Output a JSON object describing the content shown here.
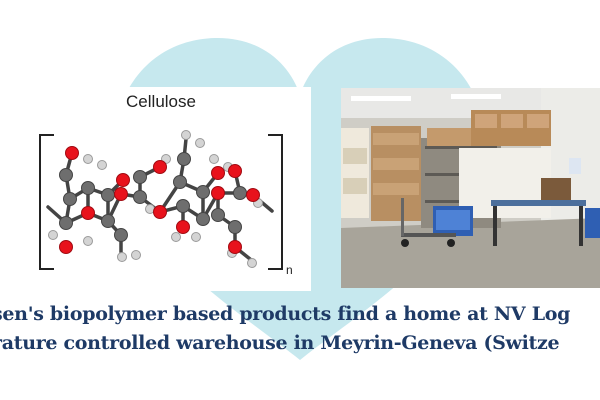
{
  "panels": {
    "cellulose": {
      "title": "Cellulose",
      "subscript": "n"
    }
  },
  "caption": {
    "line1": "sen's biopolymer based products find a home at NV Log",
    "line2": "rature controlled warehouse in Meyrin-Geneva (Switze"
  },
  "colors": {
    "heart": "#c6e8ee",
    "caption_text": "#1e3a66",
    "oxygen": "#e8121c",
    "carbon": "#6e6e6e",
    "hydrogen": "#d4d4d4"
  }
}
